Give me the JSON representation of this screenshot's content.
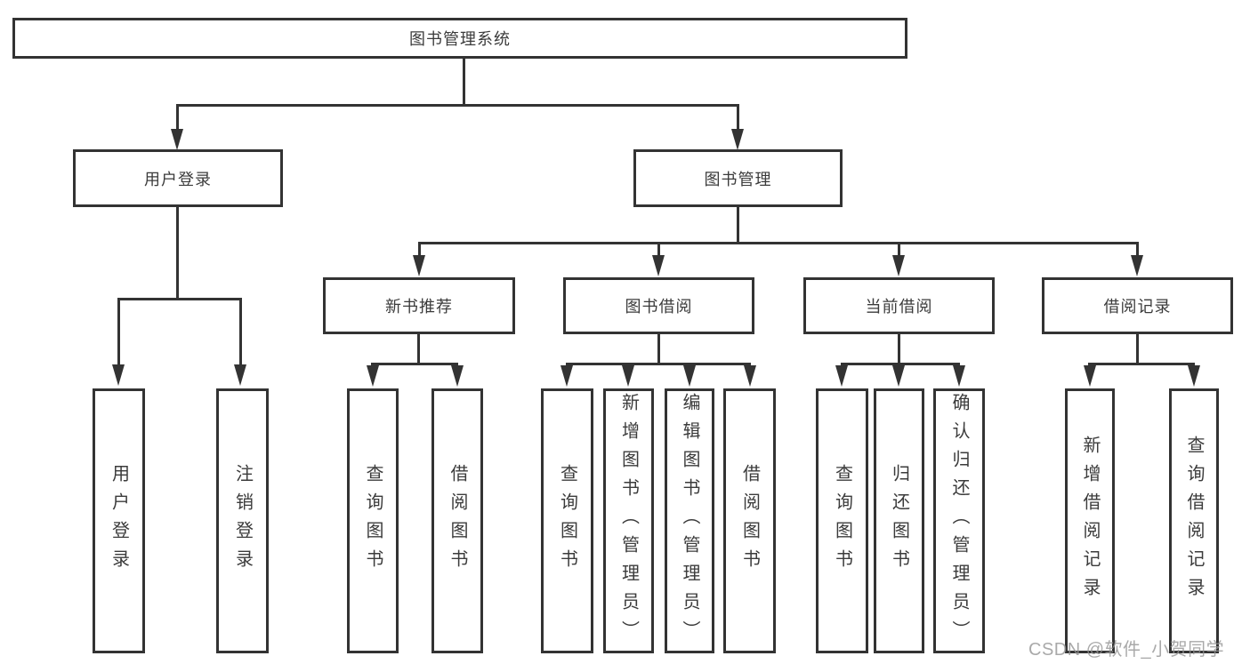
{
  "diagram": {
    "root": {
      "label": "图书管理系统"
    },
    "branches": [
      {
        "label": "用户登录",
        "children": [
          {
            "label": "用户登录"
          },
          {
            "label": "注销登录"
          }
        ]
      },
      {
        "label": "图书管理",
        "children": [
          {
            "label": "新书推荐",
            "children": [
              {
                "label": "查询图书"
              },
              {
                "label": "借阅图书"
              }
            ]
          },
          {
            "label": "图书借阅",
            "children": [
              {
                "label": "查询图书"
              },
              {
                "label": "新增图书（管理员）"
              },
              {
                "label": "编辑图书（管理员）"
              },
              {
                "label": "借阅图书"
              }
            ]
          },
          {
            "label": "当前借阅",
            "children": [
              {
                "label": "查询图书"
              },
              {
                "label": "归还图书"
              },
              {
                "label": "确认归还（管理员）"
              }
            ]
          },
          {
            "label": "借阅记录",
            "children": [
              {
                "label": "新增借阅记录"
              },
              {
                "label": "查询借阅记录"
              }
            ]
          }
        ]
      }
    ]
  },
  "watermark": {
    "text": "CSDN @软件_小贺同学"
  },
  "colors": {
    "line": "#333333",
    "text": "#3b3b3b",
    "background": "#ffffff",
    "watermark": "#949494"
  }
}
